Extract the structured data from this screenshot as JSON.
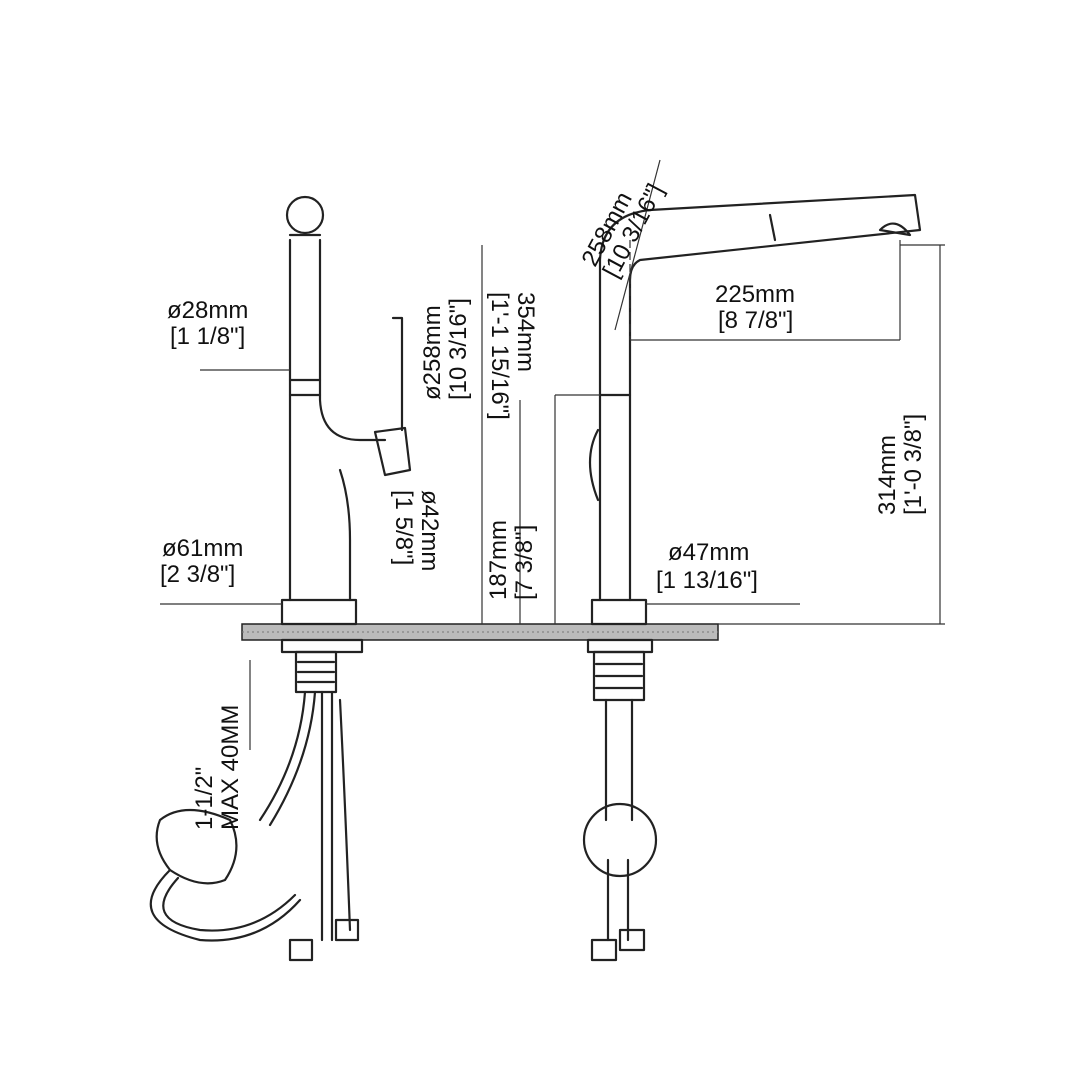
{
  "dimensions": {
    "spout_reach_diag": {
      "mm": "258mm",
      "in": "[10 3/16\"]"
    },
    "spout_diameter": {
      "mm": "ø28mm",
      "in": "[1 1/8\"]"
    },
    "swing_diameter": {
      "mm": "ø258mm",
      "in": "[10 3/16\"]"
    },
    "total_height": {
      "mm": "354mm",
      "in": "[1'-1 15/16\"]"
    },
    "spout_reach": {
      "mm": "225mm",
      "in": "[8 7/8\"]"
    },
    "spout_height": {
      "mm": "314mm",
      "in": "[1'-0 3/8\"]"
    },
    "base_diameter": {
      "mm": "ø61mm",
      "in": "[2 3/8\"]"
    },
    "handle_diameter": {
      "mm": "ø42mm",
      "in": "[1 5/8\"]"
    },
    "handle_height": {
      "mm": "187mm",
      "in": "[7 3/8\"]"
    },
    "body_diameter": {
      "mm": "ø47mm",
      "in": "[1 13/16\"]"
    },
    "deck_thickness": {
      "line1": "1-1/2\"",
      "line2": "MAX 40MM"
    }
  }
}
